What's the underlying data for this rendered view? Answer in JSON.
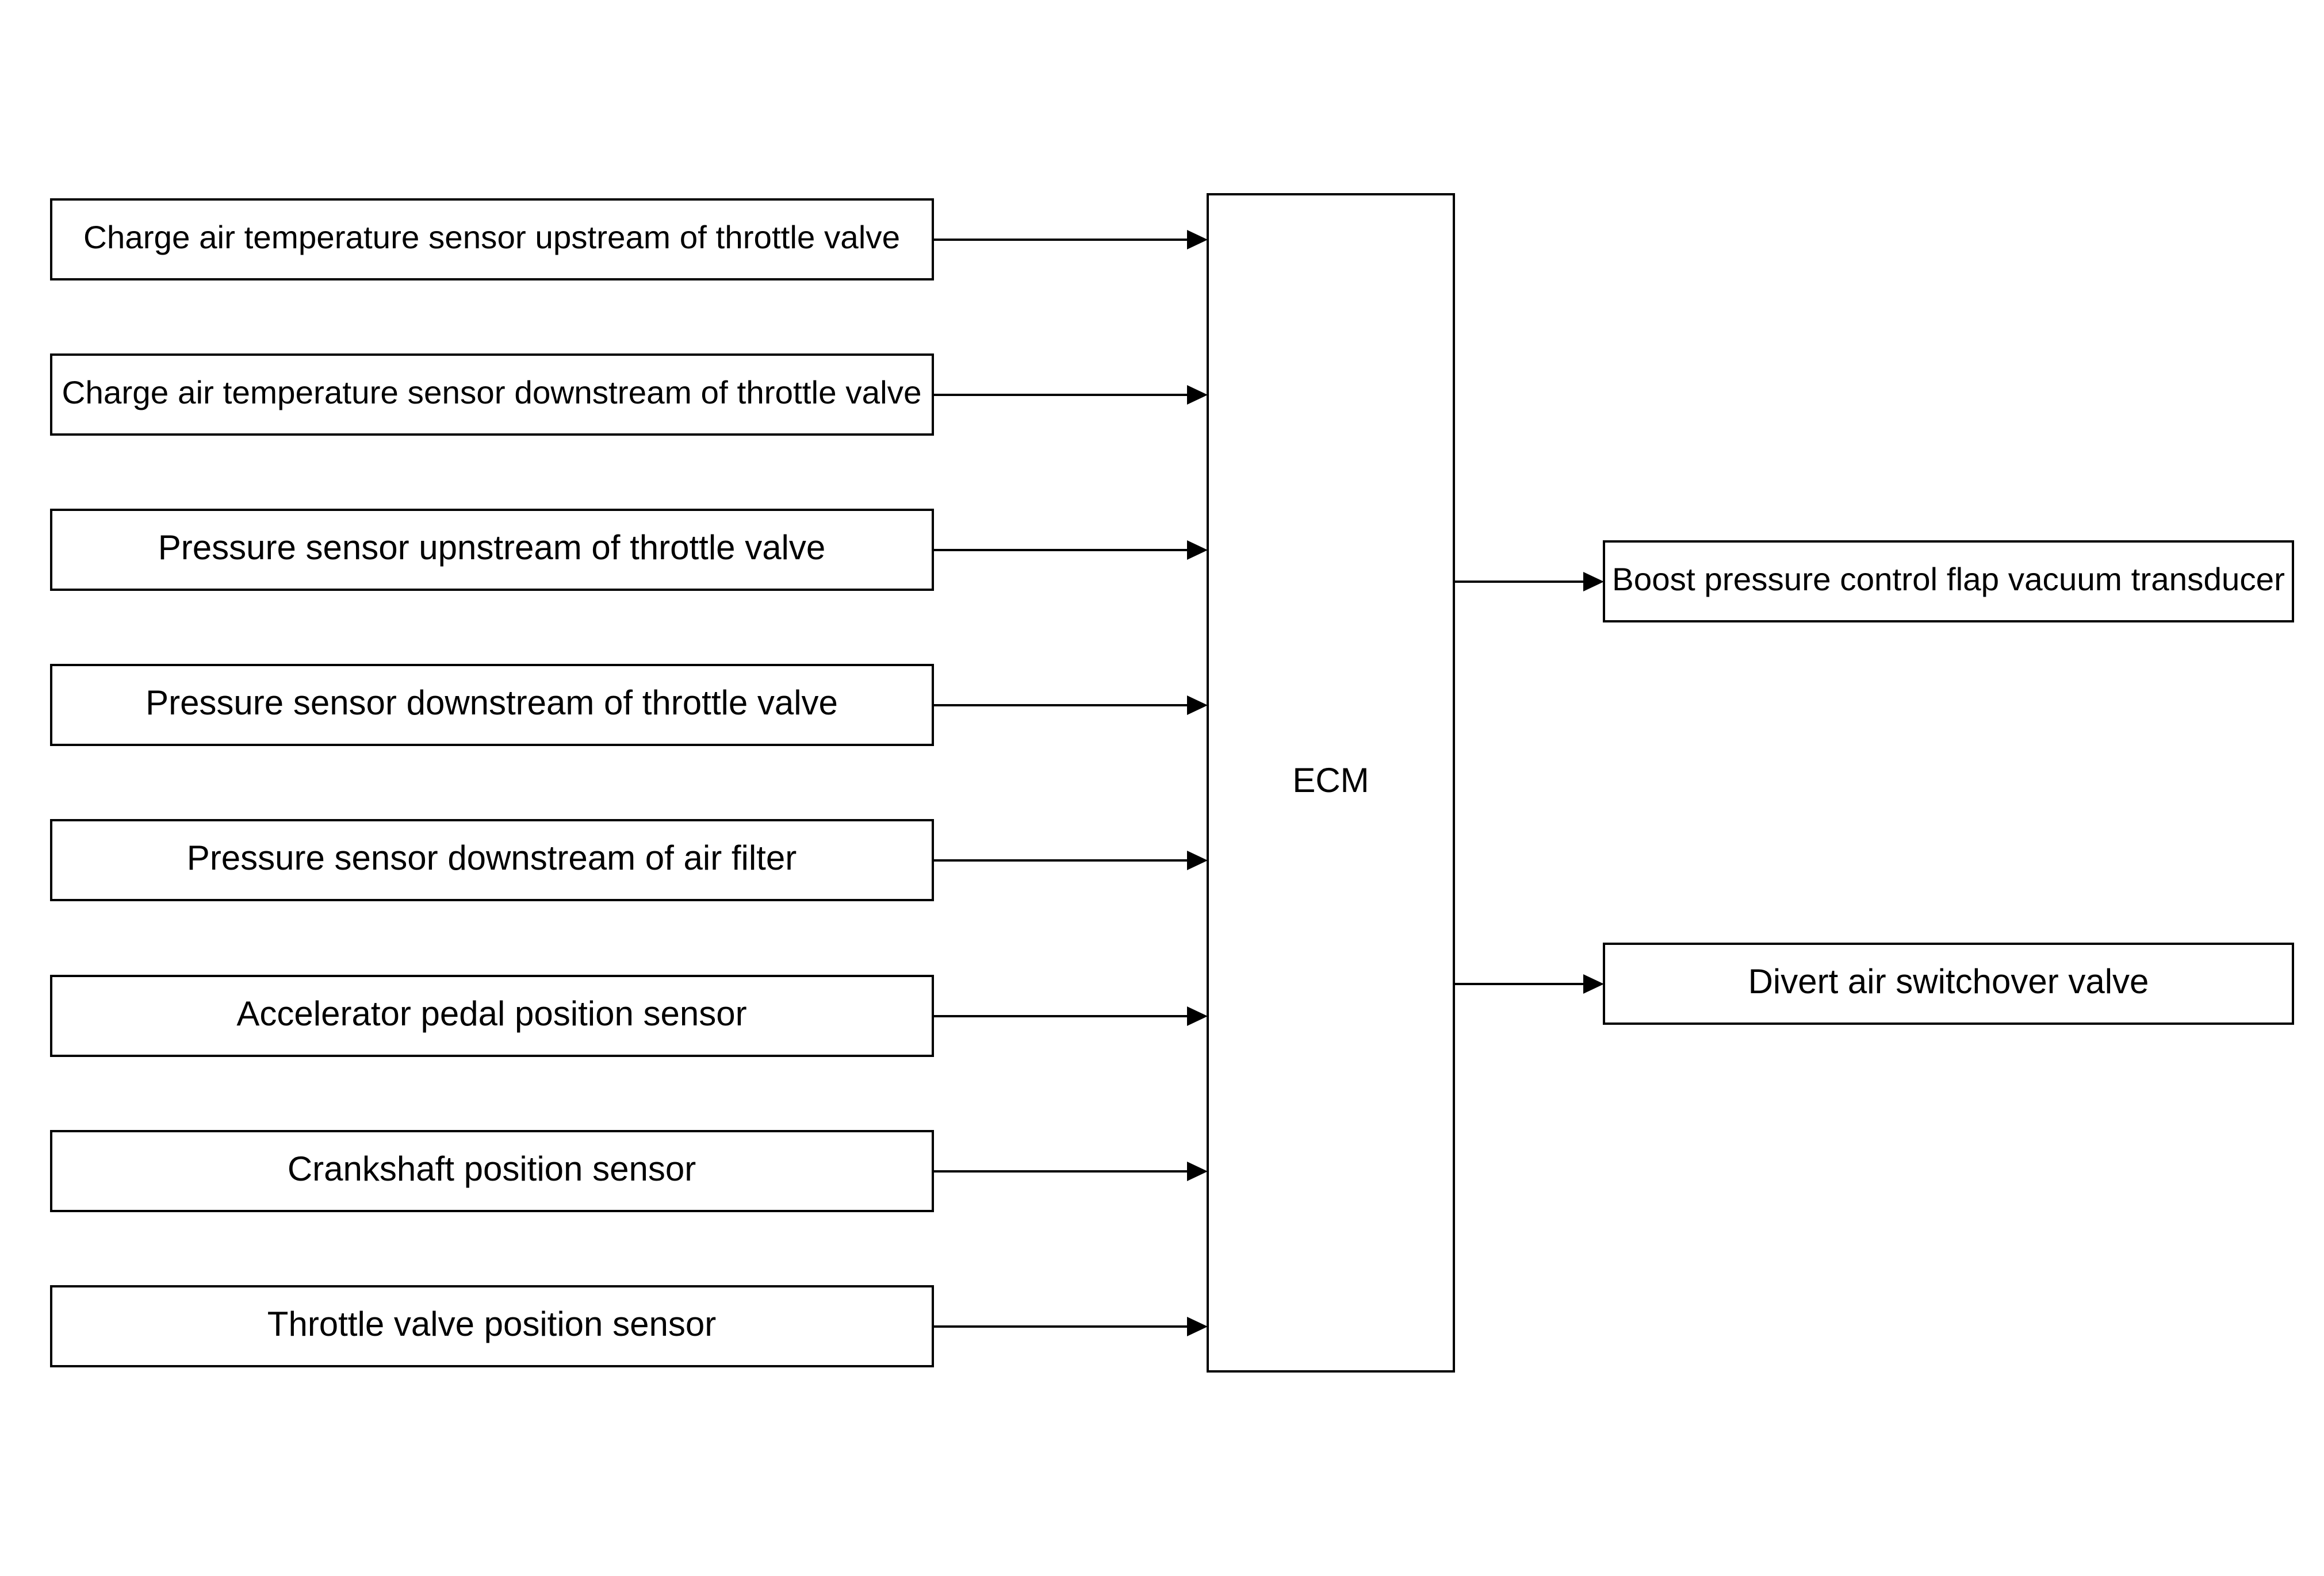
{
  "diagram": {
    "center": {
      "label": "ECM"
    },
    "inputs": [
      {
        "label": "Charge air temperature sensor upstream of throttle valve"
      },
      {
        "label": "Charge air temperature sensor downstream of throttle valve"
      },
      {
        "label": "Pressure sensor upnstream of throttle valve"
      },
      {
        "label": "Pressure sensor downstream of throttle valve"
      },
      {
        "label": "Pressure sensor downstream of air filter"
      },
      {
        "label": "Accelerator pedal position sensor"
      },
      {
        "label": "Crankshaft position sensor"
      },
      {
        "label": "Throttle valve position sensor"
      }
    ],
    "outputs": [
      {
        "label": "Boost pressure control flap vacuum transducer"
      },
      {
        "label": "Divert air switchover valve"
      }
    ]
  }
}
